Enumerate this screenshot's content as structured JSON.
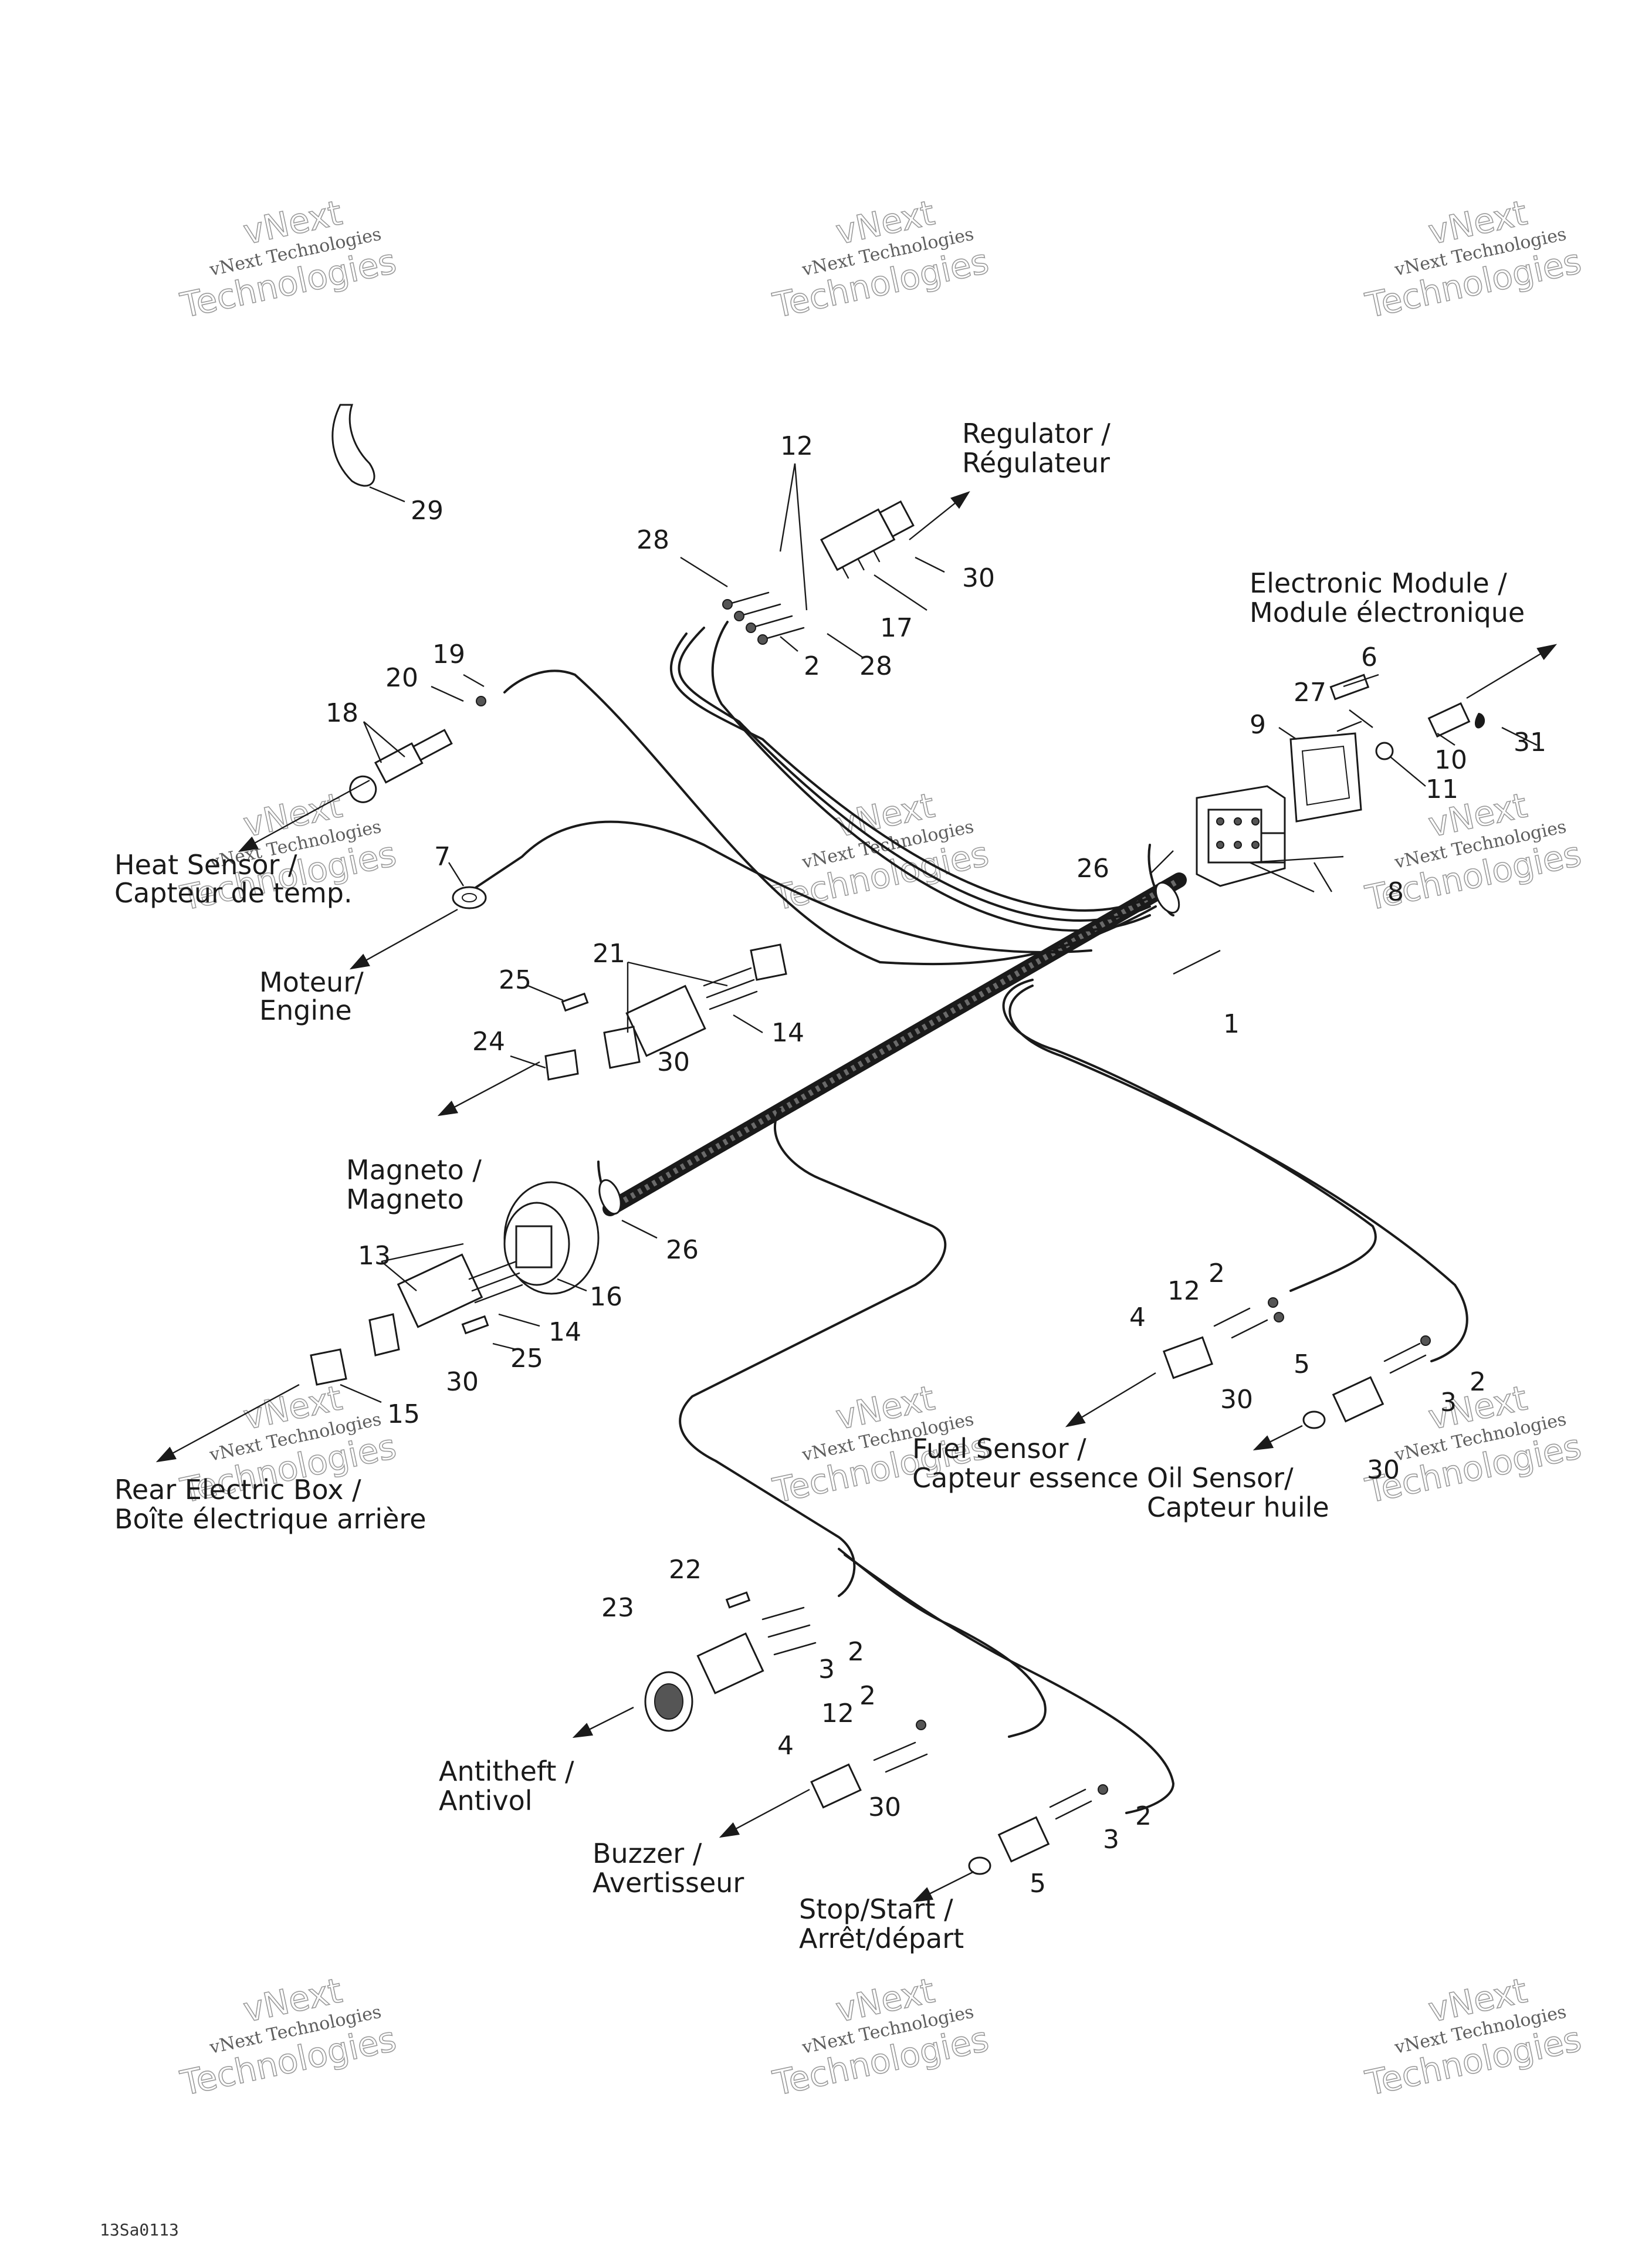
{
  "watermark": {
    "line1": "vNext",
    "line2": "Technologies",
    "text": "vNext Technologies"
  },
  "drawing_code": "13Sa0113",
  "destinations": {
    "regulator_en": "Regulator /",
    "regulator_fr": "Régulateur",
    "electronic_module_en": "Electronic Module /",
    "electronic_module_fr": "Module électronique",
    "heat_sensor_en": "Heat Sensor /",
    "heat_sensor_fr": "Capteur de temp.",
    "engine_fr": "Moteur/",
    "engine_en": "Engine",
    "magneto_en": "Magneto /",
    "magneto_fr": "Magneto",
    "rear_box_en": "Rear Electric Box /",
    "rear_box_fr": "Boîte électrique arrière",
    "fuel_sensor_en": "Fuel Sensor /",
    "fuel_sensor_fr": "Capteur essence",
    "oil_sensor_en": "Oil Sensor/",
    "oil_sensor_fr": "Capteur huile",
    "antitheft_en": "Antitheft /",
    "antitheft_fr": "Antivol",
    "buzzer_en": "Buzzer /",
    "buzzer_fr": "Avertisseur",
    "stopstart_en": "Stop/Start /",
    "stopstart_fr": "Arrêt/départ"
  },
  "callouts": {
    "n1": "1",
    "n2": "2",
    "n3": "3",
    "n4": "4",
    "n5": "5",
    "n6": "6",
    "n7": "7",
    "n8": "8",
    "n9": "9",
    "n10": "10",
    "n11": "11",
    "n12": "12",
    "n13": "13",
    "n14": "14",
    "n15": "15",
    "n16": "16",
    "n17": "17",
    "n18": "18",
    "n19": "19",
    "n20": "20",
    "n21": "21",
    "n22": "22",
    "n23": "23",
    "n24": "24",
    "n25": "25",
    "n26": "26",
    "n27": "27",
    "n28": "28",
    "n29": "29",
    "n30": "30",
    "n31": "31"
  }
}
